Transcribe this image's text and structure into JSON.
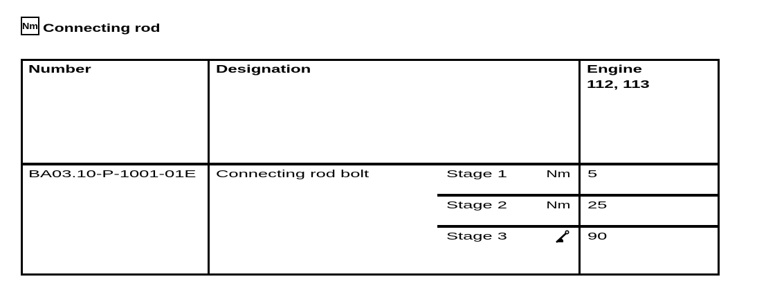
{
  "doc": {
    "icon_badge": "Nm",
    "icon_badge_name": "nm-torque-icon",
    "title": "Connecting rod"
  },
  "table": {
    "columns": {
      "number": "Number",
      "designation": "Designation",
      "engine_line1": "Engine",
      "engine_line2": "112, 113"
    },
    "row": {
      "number": "BA03.10-P-1001-01E",
      "designation": "Connecting rod bolt",
      "stages": [
        {
          "label": "Stage 1",
          "unit": "Nm",
          "unit_icon": "",
          "value": "5"
        },
        {
          "label": "Stage 2",
          "unit": "Nm",
          "unit_icon": "",
          "value": "25"
        },
        {
          "label": "Stage 3",
          "unit": "",
          "unit_icon": "angle-degree-icon",
          "value": "90"
        }
      ]
    }
  },
  "colors": {
    "ink": "#000000",
    "paper": "#ffffff"
  }
}
